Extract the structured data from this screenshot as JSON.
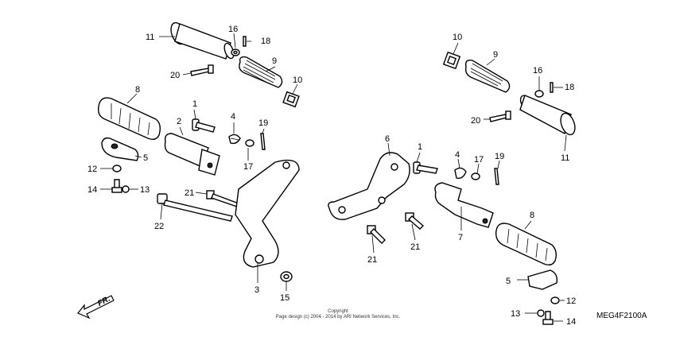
{
  "callouts": [
    {
      "id": "c11a",
      "label": "11"
    },
    {
      "id": "c16a",
      "label": "16"
    },
    {
      "id": "c18a",
      "label": "18"
    },
    {
      "id": "c9a",
      "label": "9"
    },
    {
      "id": "c10a",
      "label": "10"
    },
    {
      "id": "c20a",
      "label": "20"
    },
    {
      "id": "c8a",
      "label": "8"
    },
    {
      "id": "c1a",
      "label": "1"
    },
    {
      "id": "c2",
      "label": "2"
    },
    {
      "id": "c4a",
      "label": "4"
    },
    {
      "id": "c19a",
      "label": "19"
    },
    {
      "id": "c17a",
      "label": "17"
    },
    {
      "id": "c5a",
      "label": "5"
    },
    {
      "id": "c12a",
      "label": "12"
    },
    {
      "id": "c14a",
      "label": "14"
    },
    {
      "id": "c13a",
      "label": "13"
    },
    {
      "id": "c21a",
      "label": "21"
    },
    {
      "id": "c22",
      "label": "22"
    },
    {
      "id": "c3",
      "label": "3"
    },
    {
      "id": "c15",
      "label": "15"
    },
    {
      "id": "c10b",
      "label": "10"
    },
    {
      "id": "c9b",
      "label": "9"
    },
    {
      "id": "c16b",
      "label": "16"
    },
    {
      "id": "c18b",
      "label": "18"
    },
    {
      "id": "c20b",
      "label": "20"
    },
    {
      "id": "c11b",
      "label": "11"
    },
    {
      "id": "c6",
      "label": "6"
    },
    {
      "id": "c1b",
      "label": "1"
    },
    {
      "id": "c4b",
      "label": "4"
    },
    {
      "id": "c17b",
      "label": "17"
    },
    {
      "id": "c19b",
      "label": "19"
    },
    {
      "id": "c21b",
      "label": "21"
    },
    {
      "id": "c21c",
      "label": "21"
    },
    {
      "id": "c7",
      "label": "7"
    },
    {
      "id": "c8b",
      "label": "8"
    },
    {
      "id": "c5b",
      "label": "5"
    },
    {
      "id": "c12b",
      "label": "12"
    },
    {
      "id": "c13b",
      "label": "13"
    },
    {
      "id": "c14b",
      "label": "14"
    }
  ],
  "front_indicator": "FR.",
  "copyright_line1": "Copyright",
  "copyright_line2": "Page design (c) 2004 - 2014 by ARI Network Services, Inc.",
  "diagram_code": "MEG4F2100A"
}
